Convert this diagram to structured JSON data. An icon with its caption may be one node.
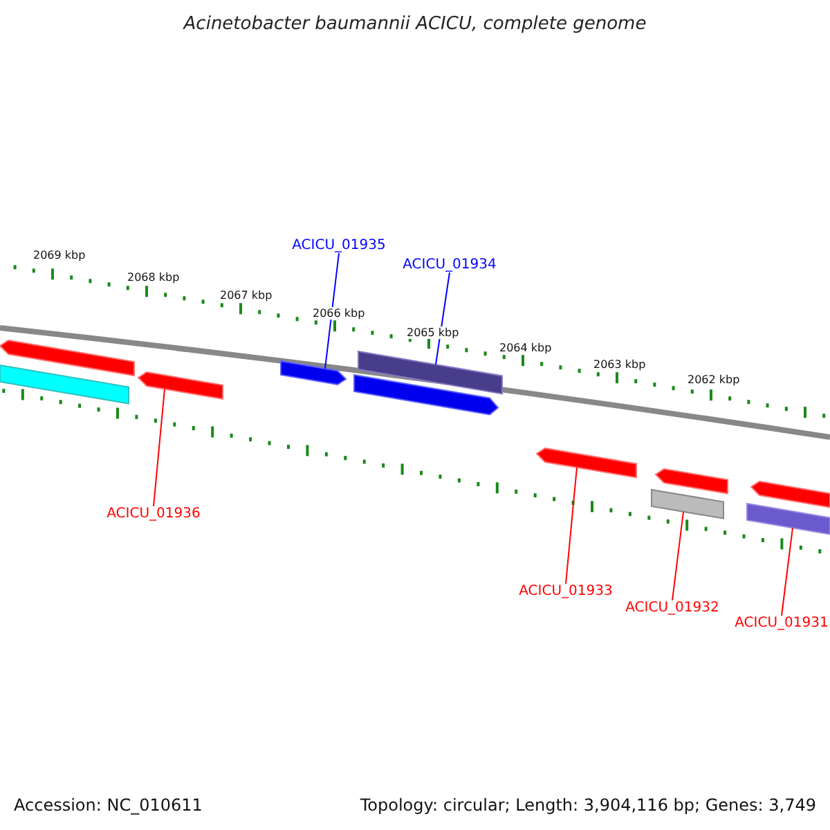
{
  "diagram": {
    "title": "Acinetobacter baumannii ACICU, complete genome",
    "nodes": [
      {
        "text": [
          "ACICU_01935"
        ]
      },
      {
        "text": [
          "ACICU_01934"
        ]
      },
      {
        "text": [],
        "shape": "bar"
      },
      {
        "text": [],
        "shape": "bar"
      },
      {
        "text": [],
        "shape": "bar"
      },
      {
        "text": [],
        "shape": "bar"
      },
      {
        "text": [],
        "shape": "bar"
      },
      {
        "text": [],
        "shape": "bar"
      },
      {
        "text": [],
        "shape": "bar"
      },
      {
        "text": [],
        "shape": "bar"
      },
      {
        "text": [],
        "shape": "bar"
      },
      {
        "text": [],
        "shape": "bar"
      },
      {
        "text": [],
        "shape": "bar"
      },
      {
        "text": [
          "ACICU_01936"
        ]
      },
      {
        "text": [
          "ACICU_01933"
        ]
      },
      {
        "text": [
          "ACICU_01932"
        ]
      },
      {
        "text": [
          "ACICU_01931"
        ]
      }
    ],
    "edges": [
      {
        "from": 0,
        "to": 5,
        "arrow": "none",
        "color": "#0000ff"
      },
      {
        "from": 1,
        "to": 6,
        "arrow": "none",
        "color": "#0000ff"
      },
      {
        "from": 13,
        "to": 4,
        "arrow": "none"
      },
      {
        "from": 14,
        "to": 8,
        "arrow": "none"
      },
      {
        "from": 15,
        "to": 10,
        "arrow": "none"
      },
      {
        "from": 16,
        "to": 12,
        "arrow": "none"
      }
    ],
    "labels": [
      "2069 kbp",
      "2068 kbp",
      "2067 kbp",
      "2066 kbp",
      "2065 kbp",
      "2064 kbp",
      "2063 kbp",
      "2062 kbp",
      "Accession: NC_010611",
      "Topology: circular; Length: 3,904,116 bp; Genes: 3,749"
    ]
  }
}
